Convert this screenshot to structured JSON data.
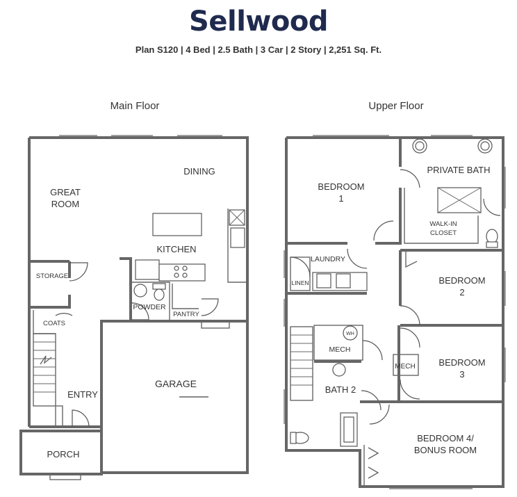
{
  "title": "Sellwood",
  "subtitle": "Plan S120 |  4 Bed   |  2.5 Bath  |  3 Car  |  2 Story  |  2,251 Sq. Ft.",
  "main_floor": {
    "label": "Main Floor",
    "rooms": {
      "great_room": [
        "GREAT",
        "ROOM"
      ],
      "dining": "DINING",
      "kitchen": "KITCHEN",
      "storage": "STORAGE",
      "powder": "POWDER",
      "pantry": "PANTRY",
      "coats": "COATS",
      "garage": "GARAGE",
      "entry": "ENTRY",
      "porch": "PORCH"
    }
  },
  "upper_floor": {
    "label": "Upper Floor",
    "rooms": {
      "bedroom1": [
        "BEDROOM",
        "1"
      ],
      "private_bath": "PRIVATE BATH",
      "walk_in_closet": [
        "WALK-IN",
        "CLOSET"
      ],
      "laundry": "LAUNDRY",
      "linen": "LINEN",
      "bedroom2": [
        "BEDROOM",
        "2"
      ],
      "mech_wh": "MECH",
      "wh": "WH",
      "mech": "MECH",
      "bedroom3": [
        "BEDROOM",
        "3"
      ],
      "bath2": "BATH 2",
      "bedroom4": [
        "BEDROOM 4/",
        "BONUS ROOM"
      ]
    }
  }
}
